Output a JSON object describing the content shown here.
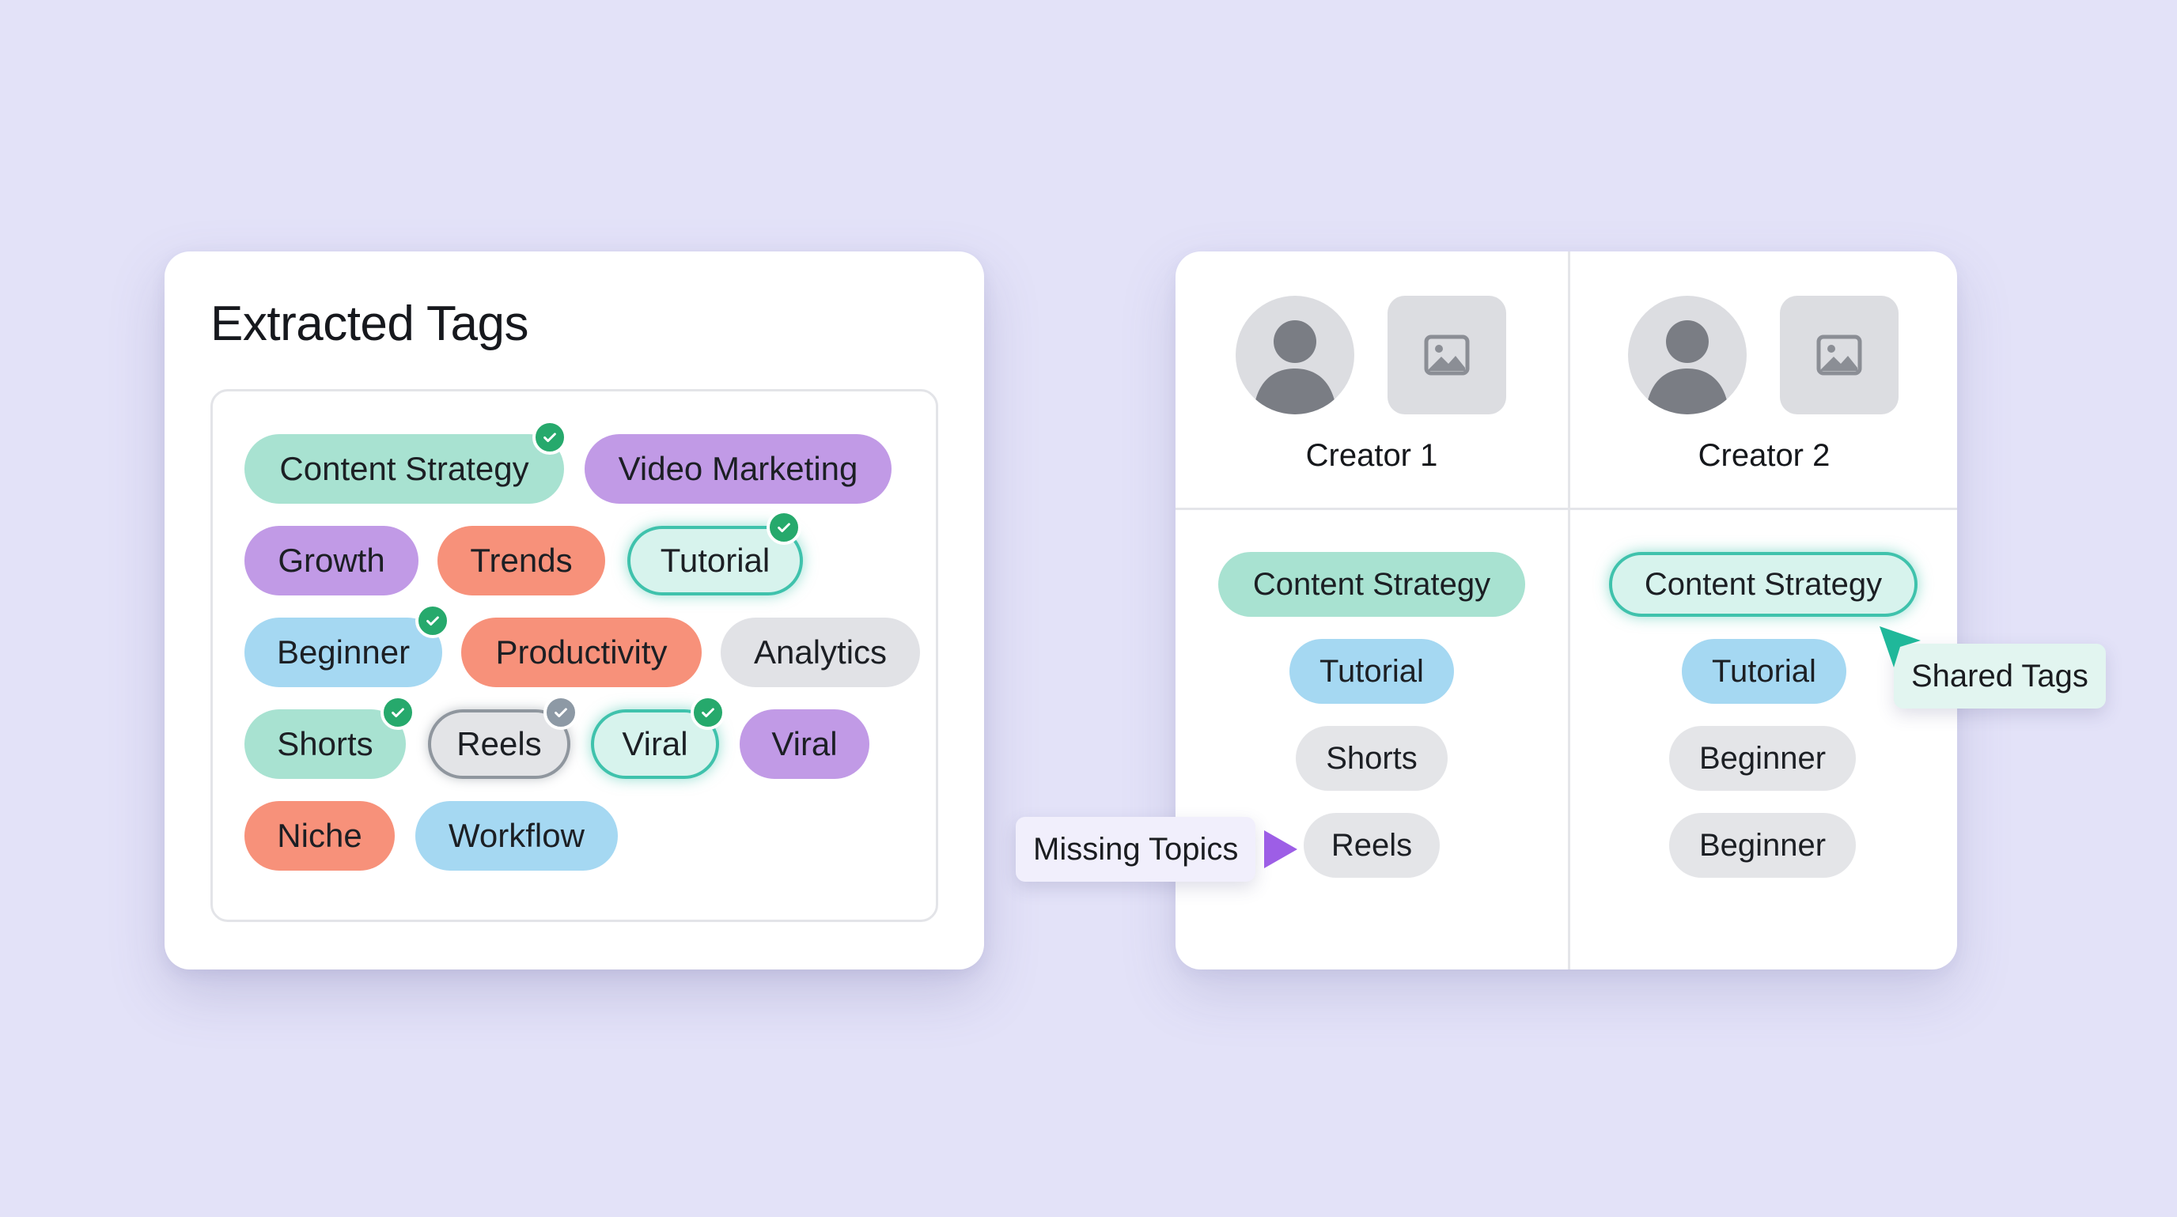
{
  "extracted": {
    "title": "Extracted Tags",
    "tags": [
      {
        "label": "Content Strategy",
        "style": "teal",
        "checked": "green"
      },
      {
        "label": "Video Marketing",
        "style": "purple"
      },
      {
        "label": "Growth",
        "style": "purple"
      },
      {
        "label": "Trends",
        "style": "coral"
      },
      {
        "label": "Tutorial",
        "style": "teal-outline",
        "checked": "green"
      },
      {
        "label": "Beginner",
        "style": "blue",
        "checked": "green"
      },
      {
        "label": "Productivity",
        "style": "coral"
      },
      {
        "label": "Analytics",
        "style": "gray"
      },
      {
        "label": "Shorts",
        "style": "teal",
        "checked": "green"
      },
      {
        "label": "Reels",
        "style": "gray-outline",
        "checked": "gray"
      },
      {
        "label": "Viral",
        "style": "teal-outline",
        "checked": "green"
      },
      {
        "label": "Viral",
        "style": "purple"
      },
      {
        "label": "Niche",
        "style": "coral"
      },
      {
        "label": "Workflow",
        "style": "blue"
      }
    ]
  },
  "comparison": {
    "creators": [
      {
        "name": "Creator 1",
        "tags": [
          {
            "label": "Content Strategy",
            "style": "teal"
          },
          {
            "label": "Tutorial",
            "style": "blue"
          },
          {
            "label": "Shorts",
            "style": "gray-muted"
          },
          {
            "label": "Reels",
            "style": "gray-muted"
          }
        ]
      },
      {
        "name": "Creator 2",
        "tags": [
          {
            "label": "Content Strategy",
            "style": "teal-outline"
          },
          {
            "label": "Tutorial",
            "style": "blue"
          },
          {
            "label": "Beginner",
            "style": "gray-muted"
          },
          {
            "label": "Beginner",
            "style": "gray-muted"
          }
        ]
      }
    ]
  },
  "callouts": {
    "missing": "Missing Topics",
    "shared": "Shared Tags"
  },
  "icons": {
    "avatar": "user-avatar-icon",
    "image": "image-placeholder-icon",
    "check": "check-icon"
  },
  "colors": {
    "background": "#e3e2f8",
    "teal": "#a8e2d1",
    "purple": "#c19ae6",
    "coral": "#f7917a",
    "blue": "#a5d8f2",
    "gray": "#e1e2e6",
    "check_green": "#26a96c",
    "missing_pointer": "#9d5ee6",
    "shared_pointer": "#1fb89a"
  }
}
